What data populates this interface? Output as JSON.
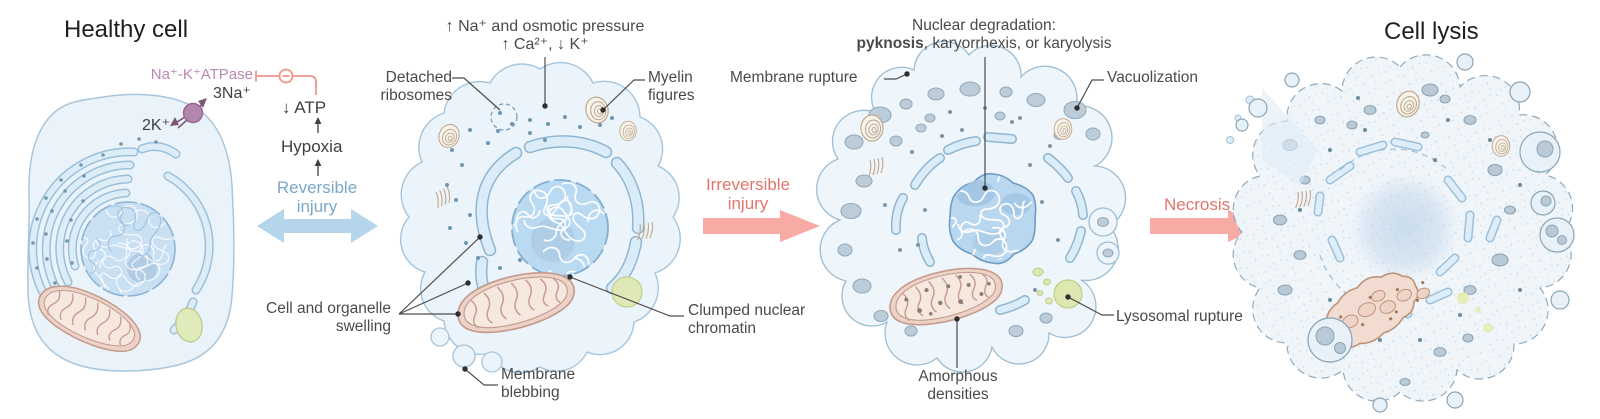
{
  "titles": {
    "healthy": "Healthy cell",
    "lysis": "Cell lysis"
  },
  "pump": {
    "label": "Na⁺-K⁺ATPase",
    "na": "3Na⁺",
    "k": "2K⁺"
  },
  "cascade": {
    "atp": "↓ ATP",
    "hypoxia": "Hypoxia"
  },
  "stages": {
    "reversible1": "Reversible",
    "reversible2": "injury",
    "irreversible1": "Irreversible",
    "irreversible2": "injury",
    "necrosis": "Necrosis"
  },
  "annotations": {
    "osmotic1": "↑ Na⁺ and osmotic pressure",
    "osmotic2": "↑ Ca²⁺, ↓ K⁺",
    "detached1": "Detached",
    "detached2": "ribosomes",
    "myelin1": "Myelin",
    "myelin2": "figures",
    "swelling1": "Cell and organelle",
    "swelling2": "swelling",
    "clumped1": "Clumped nuclear",
    "clumped2": "chromatin",
    "blebbing1": "Membrane",
    "blebbing2": "blebbing",
    "rupture": "Membrane rupture",
    "nucdeg1": "Nuclear degradation:",
    "nucdeg2_bold": "pyknosis",
    "nucdeg2_rest": ", karyorrhexis, or karyolysis",
    "vacuolization": "Vacuolization",
    "lysosomal": "Lysosomal rupture",
    "amorphous1": "Amorphous",
    "amorphous2": "densities"
  },
  "colors": {
    "label_text": "#4a4a4a",
    "title_text": "#1f1f1f",
    "mauve_text": "#bc87b4",
    "red_text": "#e2756d",
    "blue_text": "#7ba7c8",
    "red_line": "#f2938b",
    "blue_arrow": "#b5d5ea",
    "pink_arrow": "#f8aba5",
    "cell_fill": "#ecf4fb",
    "cell_stroke": "#a5c4db",
    "nucleus_fill": "#c3dcf1",
    "nucleus_stroke": "#85aed2",
    "er_fill": "#d9ecf8",
    "er_stroke": "#8fb6d2",
    "mito_fill": "#ecd2c7",
    "mito_stroke": "#c49b8d",
    "lysosome_fill": "#dfe9b8",
    "myelin": "#c2a88e",
    "vacuole_fill": "#bccdd9",
    "pump_fill": "#b286ad"
  }
}
